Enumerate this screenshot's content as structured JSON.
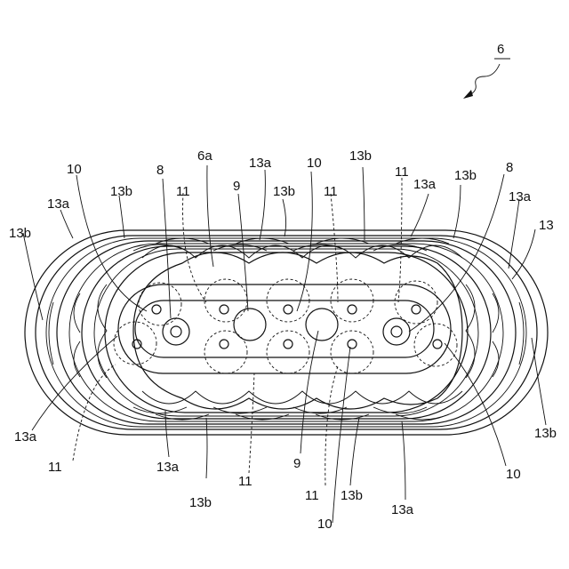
{
  "figure": {
    "title": "6",
    "labels": {
      "l_6": "6",
      "l_6a": "6a",
      "l_8_left": "8",
      "l_8_right": "8",
      "l_9_top": "9",
      "l_9_bottom": "9",
      "l_10_top_left": "10",
      "l_10_top_mid": "10",
      "l_10_right": "10",
      "l_10_bottom": "10",
      "l_11_top_left": "11",
      "l_11_top_mid": "11",
      "l_11_top_right": "11",
      "l_11_bottom_left": "11",
      "l_11_bottom_mid": "11",
      "l_11_bottom_right": "11",
      "l_13": "13",
      "l_13a_left": "13a",
      "l_13a_top_mid": "13a",
      "l_13a_top_right": "13a",
      "l_13a_right": "13a",
      "l_13a_bottom_left": "13a",
      "l_13a_bottom_mid": "13a",
      "l_13a_bottom_right": "13a",
      "l_13b_far_left": "13b",
      "l_13b_top_left": "13b",
      "l_13b_top_mid": "13b",
      "l_13b_top_center": "13b",
      "l_13b_top_right": "13b",
      "l_13b_right": "13b",
      "l_13b_bottom_left": "13b",
      "l_13b_bottom_mid": "13b"
    }
  }
}
